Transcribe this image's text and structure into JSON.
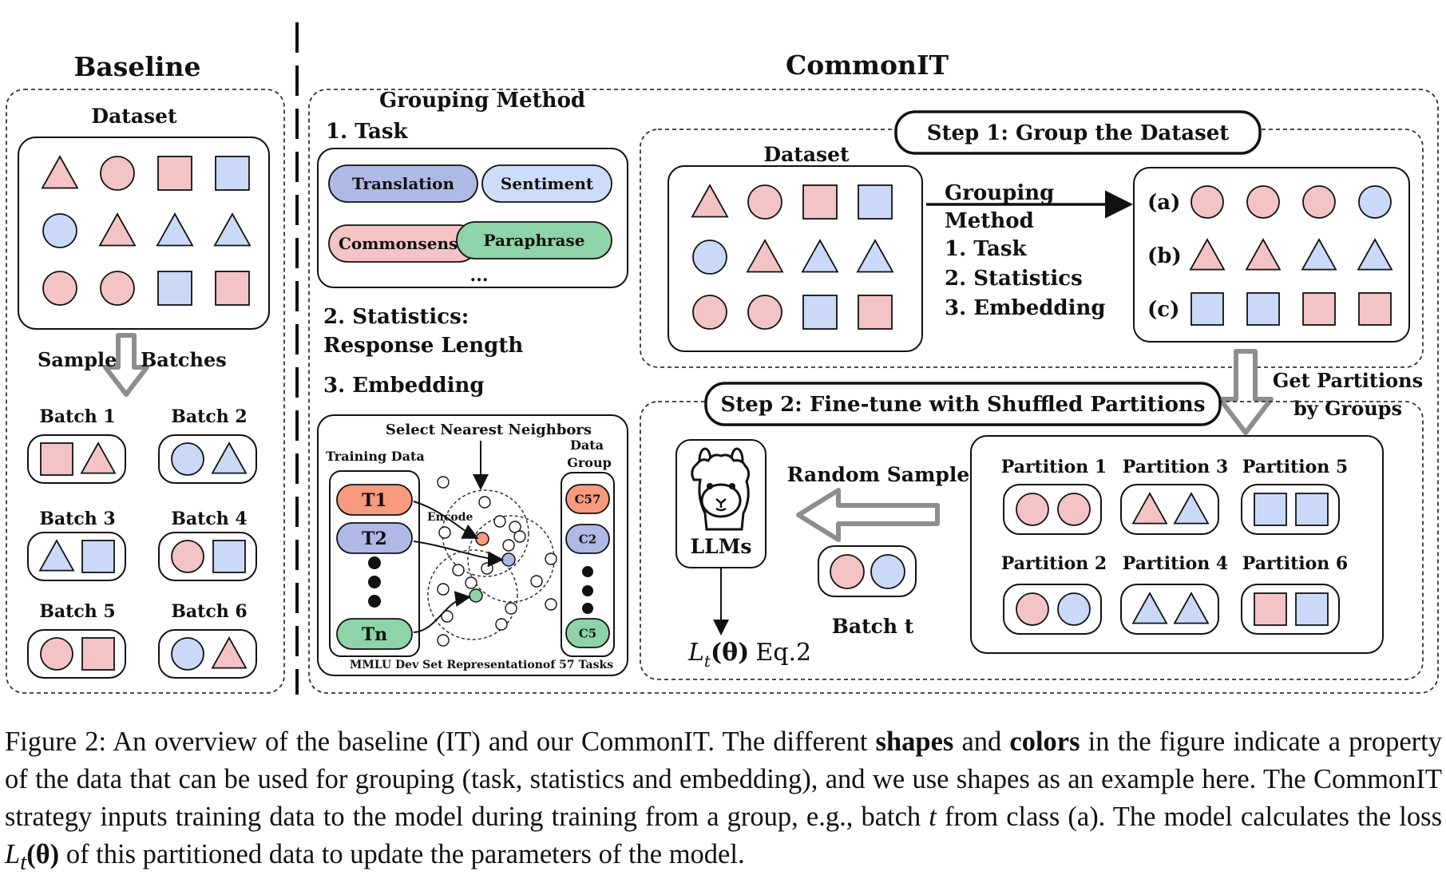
{
  "colors": {
    "pink": "#f3c3c5",
    "blue": "#c9d9f7",
    "green": "#8fd3a8",
    "task_blue": "#aeb9e6",
    "task_lightblue": "#cddcf8",
    "orange": "#f79a7e"
  },
  "baseline": {
    "title": "Baseline",
    "dataset_label": "Dataset",
    "dataset_shapes": [
      [
        {
          "shape": "triangle",
          "color": "pink"
        },
        {
          "shape": "circle",
          "color": "pink"
        },
        {
          "shape": "square",
          "color": "pink"
        },
        {
          "shape": "square",
          "color": "blue"
        }
      ],
      [
        {
          "shape": "circle",
          "color": "blue"
        },
        {
          "shape": "triangle",
          "color": "pink"
        },
        {
          "shape": "triangle",
          "color": "blue"
        },
        {
          "shape": "triangle",
          "color": "blue"
        }
      ],
      [
        {
          "shape": "circle",
          "color": "pink"
        },
        {
          "shape": "circle",
          "color": "pink"
        },
        {
          "shape": "square",
          "color": "blue"
        },
        {
          "shape": "square",
          "color": "pink"
        }
      ]
    ],
    "sample_left": "Sample",
    "sample_right": "Batches",
    "batches": [
      {
        "label": "Batch 1",
        "items": [
          {
            "shape": "square",
            "color": "pink"
          },
          {
            "shape": "triangle",
            "color": "pink"
          }
        ]
      },
      {
        "label": "Batch 2",
        "items": [
          {
            "shape": "circle",
            "color": "blue"
          },
          {
            "shape": "triangle",
            "color": "blue"
          }
        ]
      },
      {
        "label": "Batch 3",
        "items": [
          {
            "shape": "triangle",
            "color": "blue"
          },
          {
            "shape": "square",
            "color": "blue"
          }
        ]
      },
      {
        "label": "Batch 4",
        "items": [
          {
            "shape": "circle",
            "color": "pink"
          },
          {
            "shape": "square",
            "color": "blue"
          }
        ]
      },
      {
        "label": "Batch 5",
        "items": [
          {
            "shape": "circle",
            "color": "pink"
          },
          {
            "shape": "square",
            "color": "pink"
          }
        ]
      },
      {
        "label": "Batch 6",
        "items": [
          {
            "shape": "circle",
            "color": "blue"
          },
          {
            "shape": "triangle",
            "color": "pink"
          }
        ]
      }
    ]
  },
  "commonit": {
    "title": "CommonIT",
    "grouping_method": {
      "title": "Grouping Method",
      "task_heading": "1. Task",
      "tasks": [
        {
          "label": "Translation",
          "color": "task_blue"
        },
        {
          "label": "Sentiment",
          "color": "task_lightblue"
        },
        {
          "label": "Commonsense",
          "color": "pink"
        },
        {
          "label": "Paraphrase",
          "color": "green"
        }
      ],
      "tasks_ellipsis": "...",
      "stats_heading_1": "2. Statistics:",
      "stats_heading_2": "Response Length",
      "embedding_heading": "3. Embedding",
      "embedding_panel": {
        "select_label": "Select Nearest Neighbors",
        "training_label": "Training Data",
        "group_label_1": "Data",
        "group_label_2": "Group",
        "encode_label": "Encode",
        "training_items": [
          {
            "label": "T1",
            "color": "orange"
          },
          {
            "label": "T2",
            "color": "task_blue"
          },
          {
            "label": "Tn",
            "color": "green"
          }
        ],
        "group_items": [
          {
            "label": "C57",
            "color": "orange"
          },
          {
            "label": "C2",
            "color": "task_blue"
          },
          {
            "label": "C5",
            "color": "green"
          }
        ],
        "footer": "MMLU Dev Set Representationof 57 Tasks"
      }
    },
    "step1": {
      "title": "Step 1: Group the Dataset",
      "dataset_label": "Dataset",
      "method_lines": [
        "Grouping",
        "Method",
        "1. Task",
        "2. Statistics",
        "3. Embedding"
      ],
      "groups": [
        {
          "label": "(a)",
          "items": [
            {
              "shape": "circle",
              "color": "pink"
            },
            {
              "shape": "circle",
              "color": "pink"
            },
            {
              "shape": "circle",
              "color": "pink"
            },
            {
              "shape": "circle",
              "color": "blue"
            }
          ]
        },
        {
          "label": "(b)",
          "items": [
            {
              "shape": "triangle",
              "color": "pink"
            },
            {
              "shape": "triangle",
              "color": "pink"
            },
            {
              "shape": "triangle",
              "color": "blue"
            },
            {
              "shape": "triangle",
              "color": "blue"
            }
          ]
        },
        {
          "label": "(c)",
          "items": [
            {
              "shape": "square",
              "color": "blue"
            },
            {
              "shape": "square",
              "color": "blue"
            },
            {
              "shape": "square",
              "color": "pink"
            },
            {
              "shape": "square",
              "color": "pink"
            }
          ]
        }
      ]
    },
    "get_partitions_1": "Get Partitions",
    "get_partitions_2": "by Groups",
    "step2": {
      "title": "Step 2: Fine-tune with Shuffled Partitions",
      "random_sample": "Random Sample",
      "llm_label": "LLMs",
      "batch_label": "Batch t",
      "loss_label": "Eq.2",
      "partitions": [
        {
          "label": "Partition 1",
          "items": [
            {
              "shape": "circle",
              "color": "pink"
            },
            {
              "shape": "circle",
              "color": "pink"
            }
          ]
        },
        {
          "label": "Partition 3",
          "items": [
            {
              "shape": "triangle",
              "color": "pink"
            },
            {
              "shape": "triangle",
              "color": "blue"
            }
          ]
        },
        {
          "label": "Partition 5",
          "items": [
            {
              "shape": "square",
              "color": "blue"
            },
            {
              "shape": "square",
              "color": "blue"
            }
          ]
        },
        {
          "label": "Partition 2",
          "items": [
            {
              "shape": "circle",
              "color": "pink"
            },
            {
              "shape": "circle",
              "color": "blue"
            }
          ]
        },
        {
          "label": "Partition 4",
          "items": [
            {
              "shape": "triangle",
              "color": "blue"
            },
            {
              "shape": "triangle",
              "color": "blue"
            }
          ]
        },
        {
          "label": "Partition 6",
          "items": [
            {
              "shape": "square",
              "color": "pink"
            },
            {
              "shape": "square",
              "color": "blue"
            }
          ]
        }
      ]
    }
  },
  "caption": {
    "prefix": "Figure 2:",
    "t1": " An overview of the baseline (IT) and our CommonIT. The different ",
    "shapes": "shapes",
    "t2": " and ",
    "colors": "colors",
    "t3": " in the figure indicate a property of the data that can be used for grouping (task, statistics and embedding), and we use shapes as an example here. The CommonIT strategy inputs training data to the model during training from a group, e.g., batch ",
    "t_var": "t",
    "t4": " from class (a). The model calculates the loss ",
    "loss_var": "L",
    "loss_sub": "t",
    "loss_arg": "(θ)",
    "t5": " of this partitioned data to update the parameters of the model."
  }
}
